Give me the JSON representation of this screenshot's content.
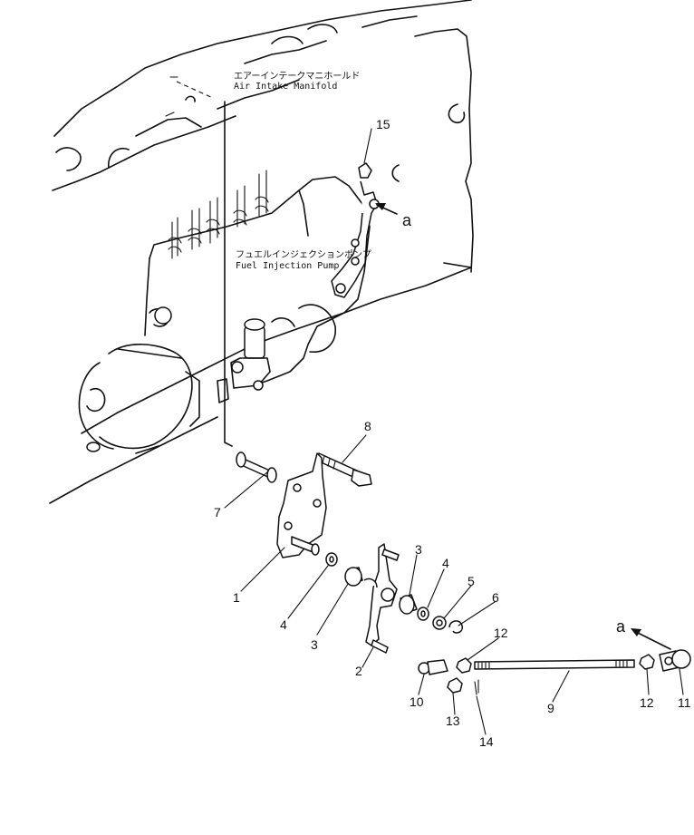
{
  "labels": {
    "air_intake_jp": "エアーインテークマニホールド",
    "air_intake_en": "Air Intake Manifold",
    "fuel_pump_jp": "フュエルインジェクションポンプ",
    "fuel_pump_en": "Fuel Injection Pump"
  },
  "reference_mark": "a",
  "callouts": {
    "c1": "1",
    "c2": "2",
    "c3a": "3",
    "c3b": "3",
    "c4a": "4",
    "c4b": "4",
    "c5": "5",
    "c6": "6",
    "c7": "7",
    "c8": "8",
    "c9": "9",
    "c10": "10",
    "c11": "11",
    "c12a": "12",
    "c12b": "12",
    "c13": "13",
    "c14": "14",
    "c15": "15"
  }
}
